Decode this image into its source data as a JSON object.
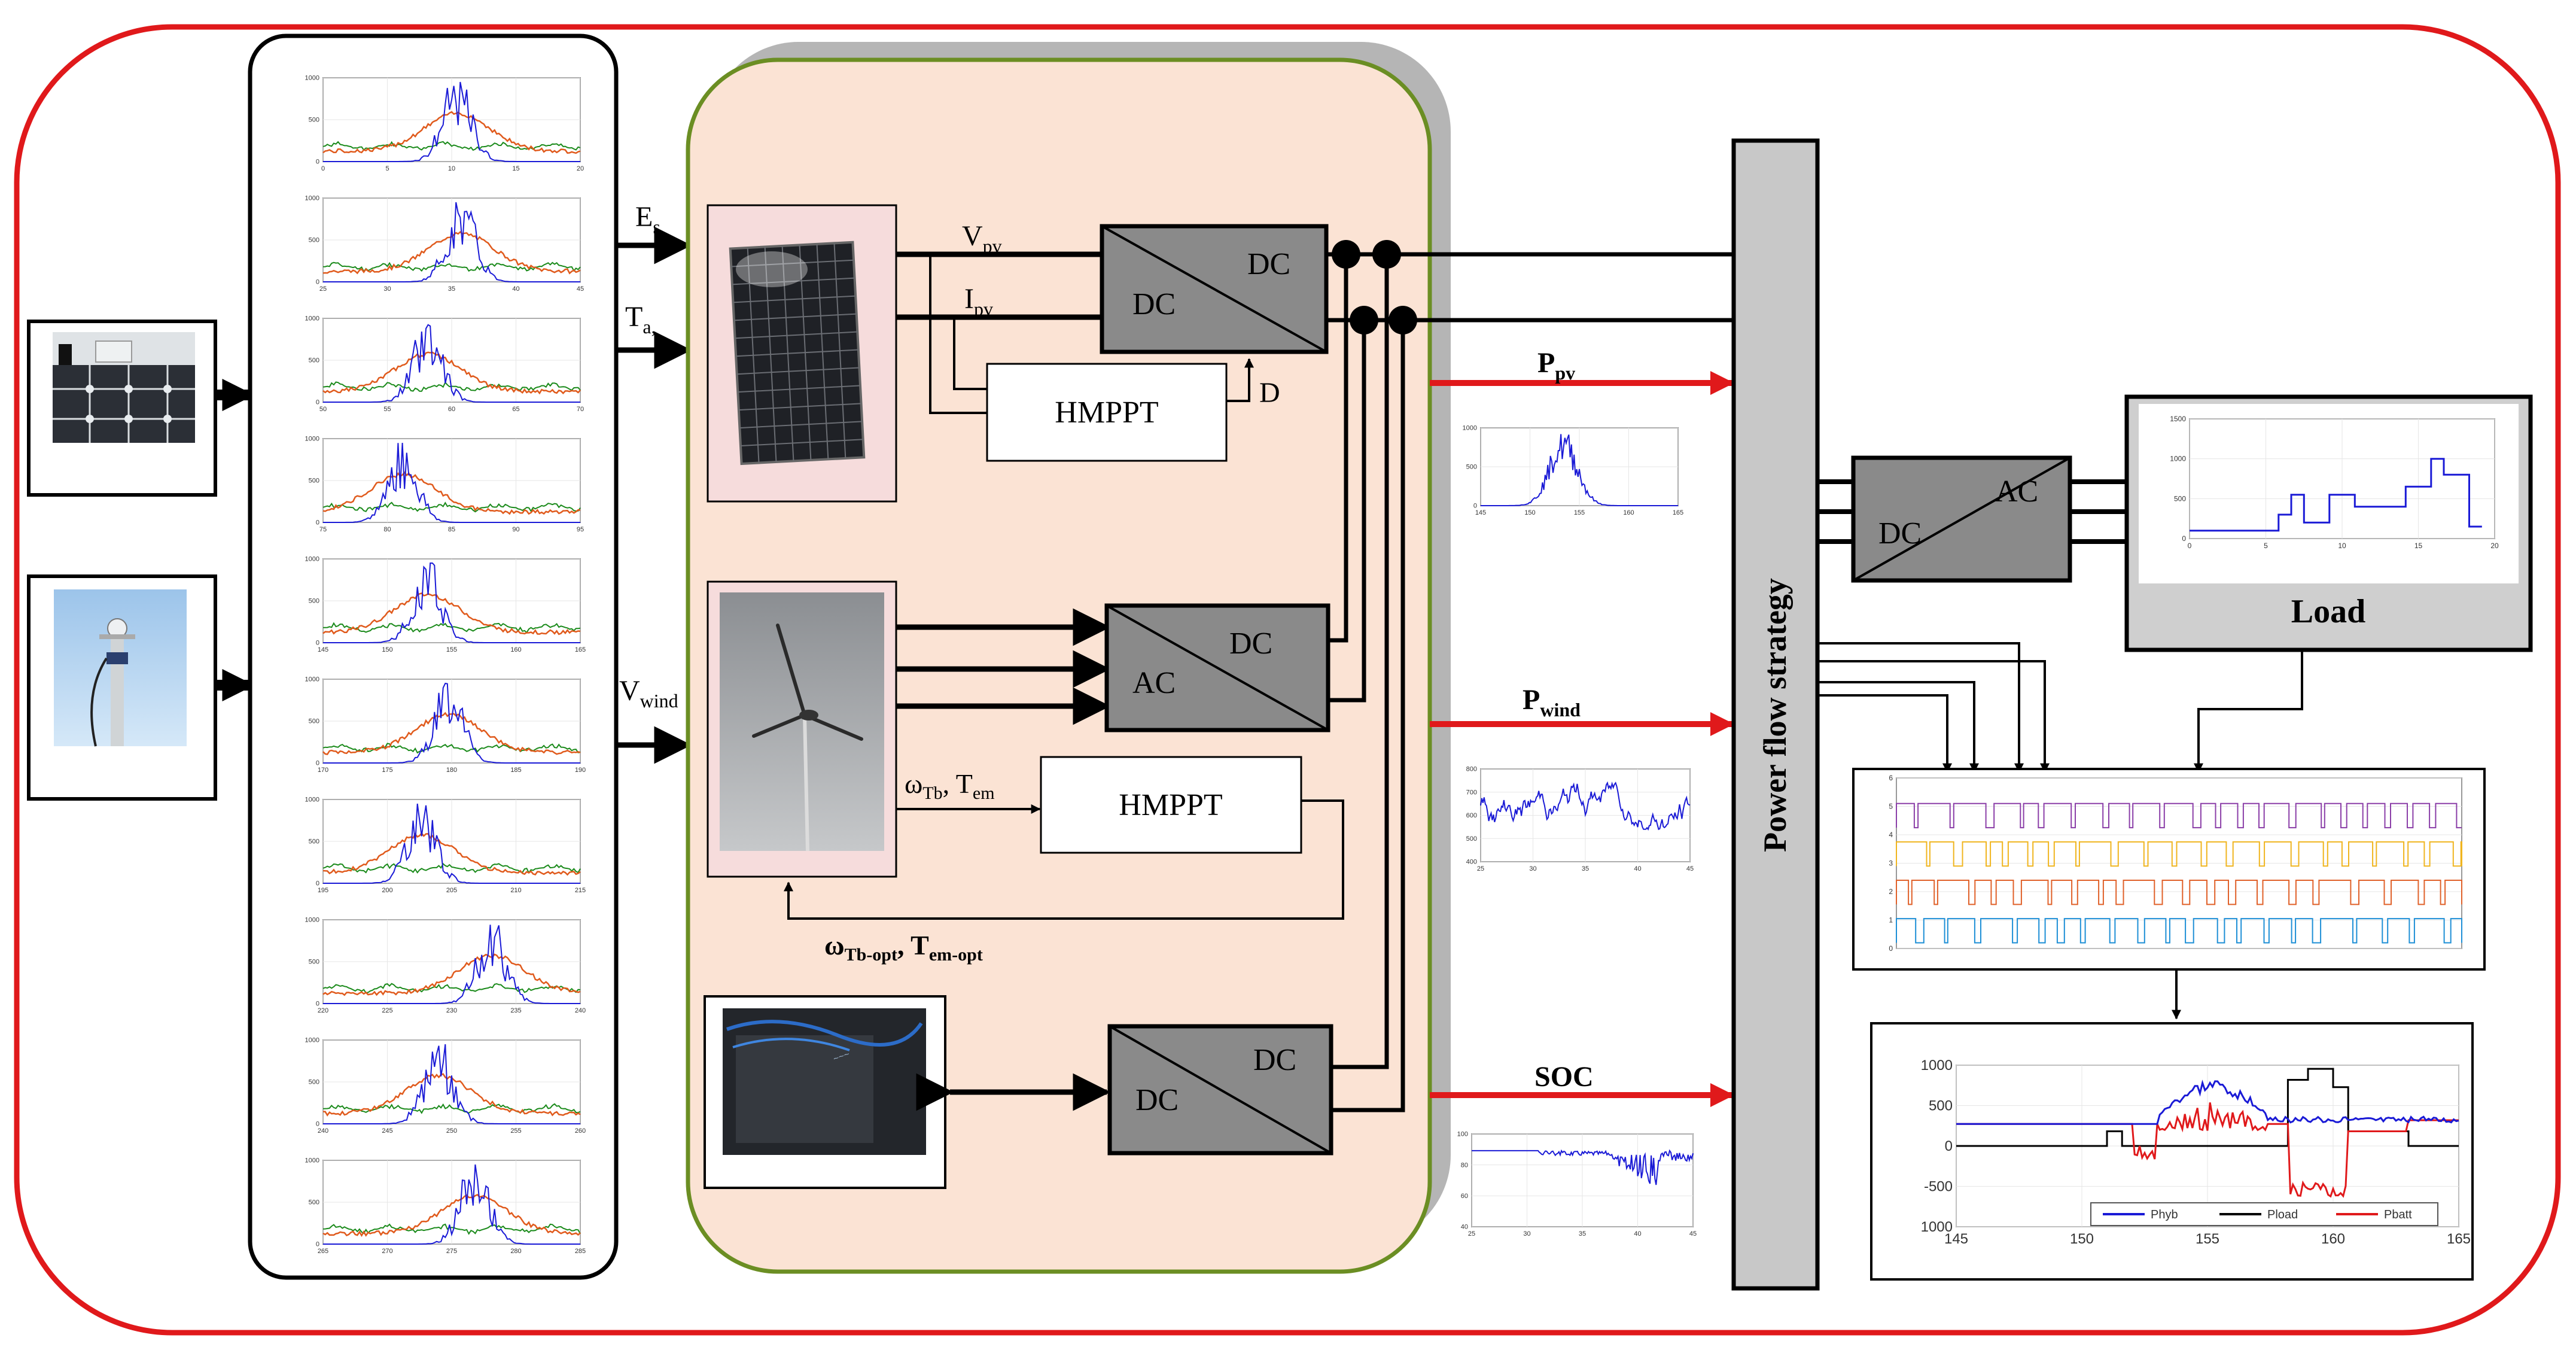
{
  "colors": {
    "frame": "#e0191b",
    "arrow_red": "#e0191b",
    "converter_fill": "#8a8a8a",
    "panel_fill": "#fbe3d4",
    "panel_border": "#6b8e23",
    "strategy_fill": "#c8c8c8",
    "load_fill": "#cfcfcf",
    "blue": "#1a1ad6",
    "orange": "#e05a1c",
    "green": "#1a8a1a",
    "red": "#e0191b",
    "black": "#000000"
  },
  "inputs": {
    "irradiance": "E",
    "irradiance_sub": "s",
    "temperature": "T",
    "temperature_sub": "a,",
    "wind": "V",
    "wind_sub": "wind"
  },
  "pv": {
    "voltage": "V",
    "voltage_sub": "pv",
    "current": "I",
    "current_sub": "pv",
    "mppt": "HMPPT",
    "duty": "D",
    "converter_in": "DC",
    "converter_out": "DC"
  },
  "wind": {
    "inputs": "ω",
    "inputs_sub": "Tb",
    "inputs_b": ", T",
    "inputs_b_sub": "em",
    "mppt": "HMPPT",
    "feedback": "ω",
    "feedback_sub": "Tb-opt",
    "feedback_b": ", T",
    "feedback_b_sub": "em-opt",
    "converter_in": "AC",
    "converter_out": "DC"
  },
  "battery": {
    "converter_left": "DC",
    "converter_right": "DC"
  },
  "signals": {
    "p_pv": "P",
    "p_pv_sub": "pv",
    "p_wind": "P",
    "p_wind_sub": "wind",
    "soc": "SOC"
  },
  "strategy": {
    "label": "Power flow strategy"
  },
  "inverter": {
    "in": "DC",
    "out": "AC"
  },
  "load": {
    "label": "Load",
    "chart": {
      "x_ticks": [
        "0",
        "5",
        "10",
        "15",
        "20"
      ],
      "y_ticks": [
        "0",
        "500",
        "1000",
        "1500"
      ]
    }
  },
  "input_charts": [
    {
      "x_ticks": [
        "0",
        "5",
        "10",
        "15",
        "20"
      ],
      "y_ticks": [
        "0",
        "500",
        "1000"
      ]
    },
    {
      "x_ticks": [
        "25",
        "30",
        "35",
        "40",
        "45"
      ],
      "y_ticks": [
        "0",
        "500",
        "1000"
      ]
    },
    {
      "x_ticks": [
        "50",
        "55",
        "60",
        "65",
        "70"
      ],
      "y_ticks": [
        "0",
        "500",
        "1000"
      ]
    },
    {
      "x_ticks": [
        "75",
        "80",
        "85",
        "90",
        "95"
      ],
      "y_ticks": [
        "0",
        "500",
        "1000"
      ]
    },
    {
      "x_ticks": [
        "145",
        "150",
        "155",
        "160",
        "165"
      ],
      "y_ticks": [
        "0",
        "500",
        "1000"
      ]
    },
    {
      "x_ticks": [
        "170",
        "175",
        "180",
        "185",
        "190"
      ],
      "y_ticks": [
        "0",
        "500",
        "1000"
      ]
    },
    {
      "x_ticks": [
        "195",
        "200",
        "205",
        "210",
        "215"
      ],
      "y_ticks": [
        "0",
        "500",
        "1000"
      ]
    },
    {
      "x_ticks": [
        "220",
        "225",
        "230",
        "235",
        "240"
      ],
      "y_ticks": [
        "0",
        "500",
        "1000"
      ]
    },
    {
      "x_ticks": [
        "240",
        "245",
        "250",
        "255",
        "260"
      ],
      "y_ticks": [
        "0",
        "500",
        "1000"
      ]
    },
    {
      "x_ticks": [
        "265",
        "270",
        "275",
        "280",
        "285"
      ],
      "y_ticks": [
        "0",
        "500",
        "1000"
      ]
    }
  ],
  "ppv_chart": {
    "x_ticks": [
      "145",
      "150",
      "155",
      "160",
      "165"
    ],
    "y_ticks": [
      "0",
      "500",
      "1000"
    ]
  },
  "pwind_chart": {
    "x_ticks": [
      "25",
      "30",
      "35",
      "40",
      "45"
    ],
    "y_ticks": [
      "400",
      "500",
      "600",
      "700",
      "800"
    ]
  },
  "soc_chart": {
    "x_ticks": [
      "25",
      "30",
      "35",
      "40",
      "45"
    ],
    "y_ticks": [
      "40",
      "60",
      "80",
      "100"
    ]
  },
  "switch_chart": {
    "y_ticks": [
      "0",
      "1",
      "2",
      "3",
      "4",
      "5",
      "6"
    ]
  },
  "result_chart": {
    "x_ticks": [
      "145",
      "150",
      "155",
      "160",
      "165"
    ],
    "y_ticks": [
      "1000",
      "500",
      "0",
      "-500",
      "1000"
    ],
    "legend": [
      "Phyb",
      "Pload",
      "Pbatt"
    ]
  }
}
